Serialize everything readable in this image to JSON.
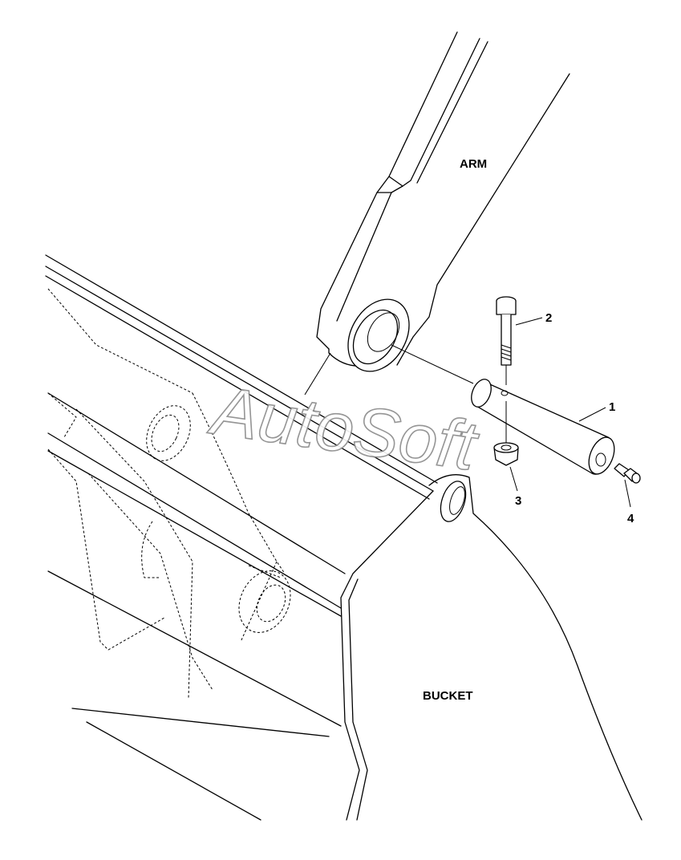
{
  "labels": {
    "arm": "ARM",
    "bucket": "BUCKET"
  },
  "callouts": [
    "1",
    "2",
    "3",
    "4"
  ],
  "watermark": "AutoSoft",
  "colors": {
    "line": "#000000",
    "background": "#ffffff",
    "watermark_outline": "#8a8a8a"
  }
}
